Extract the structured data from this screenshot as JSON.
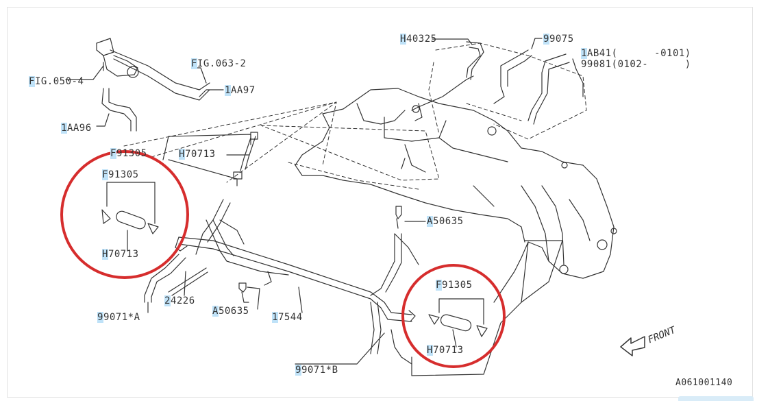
{
  "diagram": {
    "doc_id": "A061001140",
    "front_label": "FRONT",
    "callouts": [
      {
        "id": "fig-050-4",
        "hl": "F",
        "rest": "IG.050-4"
      },
      {
        "id": "fig-063-2",
        "hl": "F",
        "rest": "IG.063-2"
      },
      {
        "id": "1aa97",
        "hl": "1",
        "rest": "AA97"
      },
      {
        "id": "1aa96",
        "hl": "1",
        "rest": "AA96"
      },
      {
        "id": "h40325",
        "hl": "H",
        "rest": "40325"
      },
      {
        "id": "99075",
        "hl": "9",
        "rest": "9075"
      },
      {
        "id": "1ab41",
        "hl": "1",
        "rest": "AB41(      -0101)"
      },
      {
        "id": "99081",
        "hl": "",
        "rest": "99081(0102-      )"
      },
      {
        "id": "f91305-top",
        "hl": "F",
        "rest": "91305"
      },
      {
        "id": "h70713-top",
        "hl": "H",
        "rest": "70713"
      },
      {
        "id": "f91305-left",
        "hl": "F",
        "rest": "91305"
      },
      {
        "id": "h70713-left",
        "hl": "H",
        "rest": "70713"
      },
      {
        "id": "a50635-right",
        "hl": "A",
        "rest": "50635"
      },
      {
        "id": "f91305-right",
        "hl": "F",
        "rest": "91305"
      },
      {
        "id": "h70713-right",
        "hl": "H",
        "rest": "70713"
      },
      {
        "id": "24226",
        "hl": "2",
        "rest": "4226"
      },
      {
        "id": "a50635-low",
        "hl": "A",
        "rest": "50635"
      },
      {
        "id": "17544",
        "hl": "1",
        "rest": "7544"
      },
      {
        "id": "99071a",
        "hl": "9",
        "rest": "9071*A"
      },
      {
        "id": "99071b",
        "hl": "9",
        "rest": "9071*B"
      }
    ],
    "colors": {
      "line": "#333333",
      "highlight": "#bfe2f8",
      "circle": "#d62d2d"
    }
  }
}
